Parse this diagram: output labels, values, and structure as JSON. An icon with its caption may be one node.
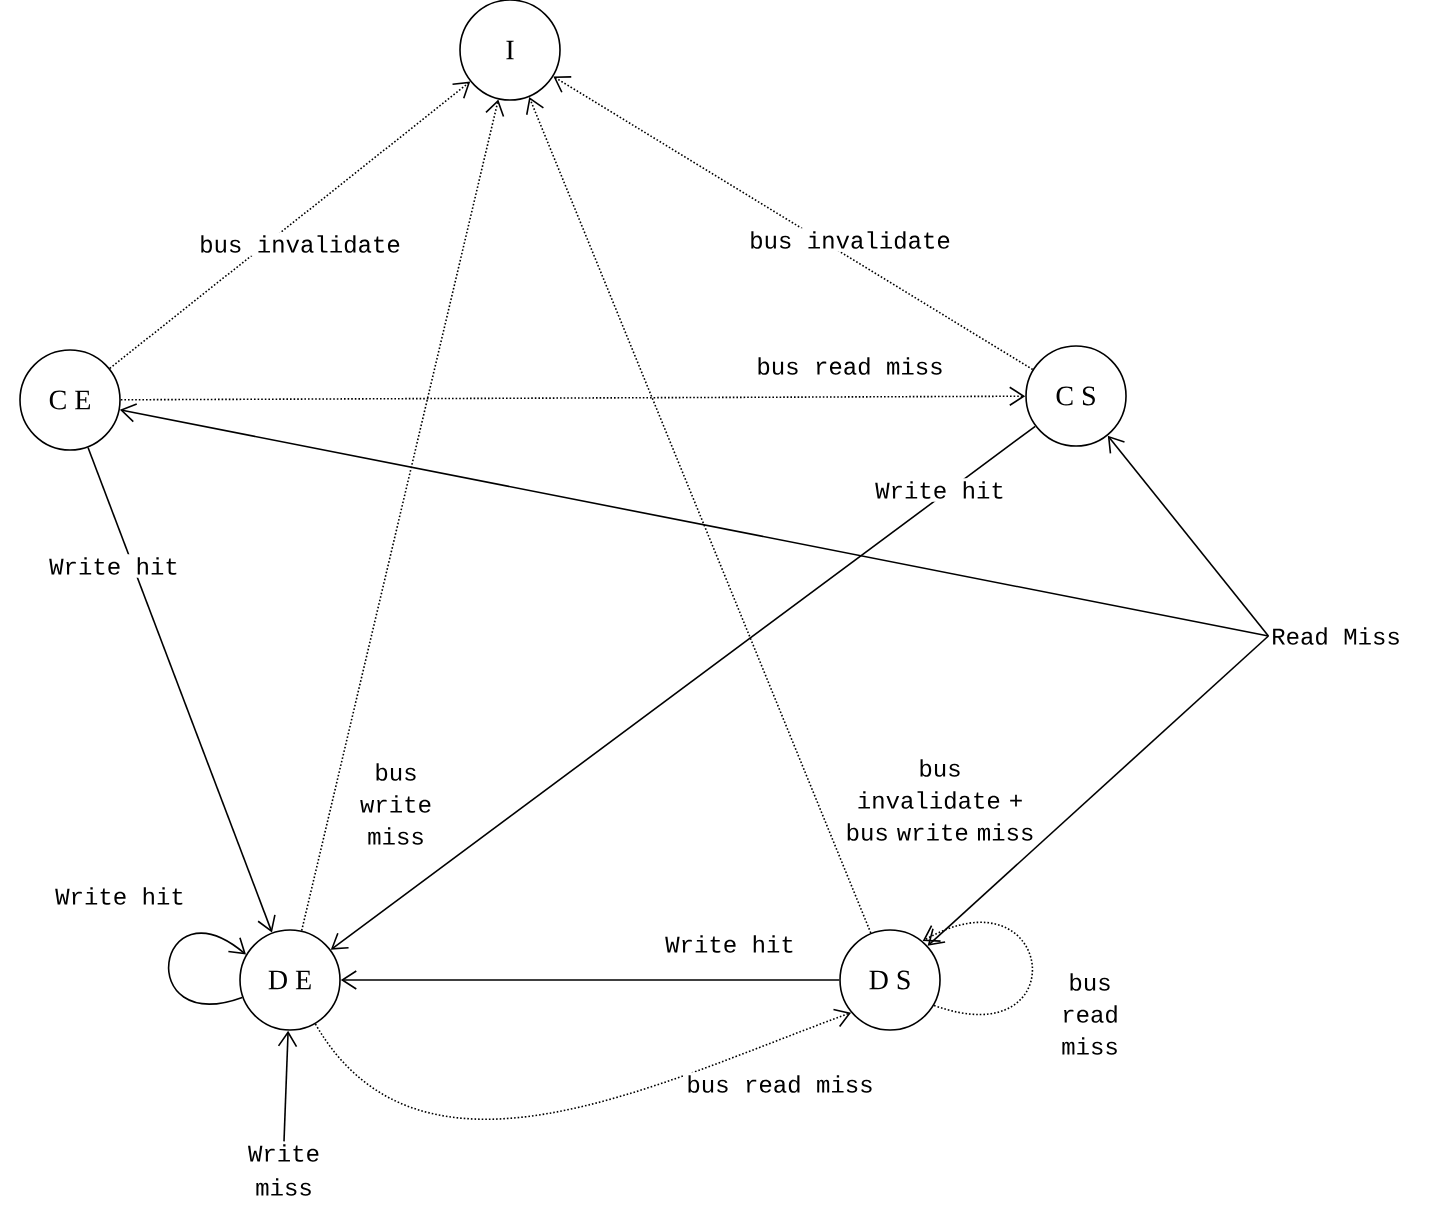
{
  "diagram": {
    "nodes": [
      {
        "text": [
          "I"
        ]
      },
      {
        "text": [
          "C E"
        ]
      },
      {
        "text": [
          "C S"
        ]
      },
      {
        "text": [
          "D E"
        ]
      },
      {
        "text": [
          "D S"
        ]
      },
      {
        "text": [
          "Read Miss"
        ]
      },
      {
        "text": [
          "Write miss"
        ]
      }
    ],
    "edges": [
      {
        "from": 1,
        "to": 0,
        "arrow": "to",
        "style": "dashed",
        "label": "bus invalidate"
      },
      {
        "from": 2,
        "to": 0,
        "arrow": "to",
        "style": "dashed",
        "label": "bus invalidate"
      },
      {
        "from": 1,
        "to": 2,
        "arrow": "to",
        "style": "dashed",
        "label": "bus read miss"
      },
      {
        "from": 1,
        "to": 3,
        "arrow": "to",
        "label": "Write hit"
      },
      {
        "from": 2,
        "to": 3,
        "arrow": "to",
        "label": "Write hit"
      },
      {
        "from": 3,
        "to": 0,
        "arrow": "to",
        "style": "dashed",
        "label": "bus write miss"
      },
      {
        "from": 4,
        "to": 0,
        "arrow": "to",
        "style": "dashed",
        "label": "bus invalidate + bus write miss"
      },
      {
        "from": 5,
        "to": 1,
        "arrow": "to"
      },
      {
        "from": 5,
        "to": 2,
        "arrow": "to"
      },
      {
        "from": 5,
        "to": 4,
        "arrow": "to"
      },
      {
        "from": 3,
        "to": 3,
        "arrow": "to",
        "label": "Write hit"
      },
      {
        "from": 4,
        "to": 3,
        "arrow": "to",
        "label": "Write hit"
      },
      {
        "from": 3,
        "to": 4,
        "arrow": "to",
        "style": "dashed",
        "label": "bus read miss"
      },
      {
        "from": 4,
        "to": 4,
        "arrow": "to",
        "style": "dashed",
        "label": "bus read miss"
      },
      {
        "from": 6,
        "to": 3,
        "arrow": "to"
      }
    ]
  }
}
